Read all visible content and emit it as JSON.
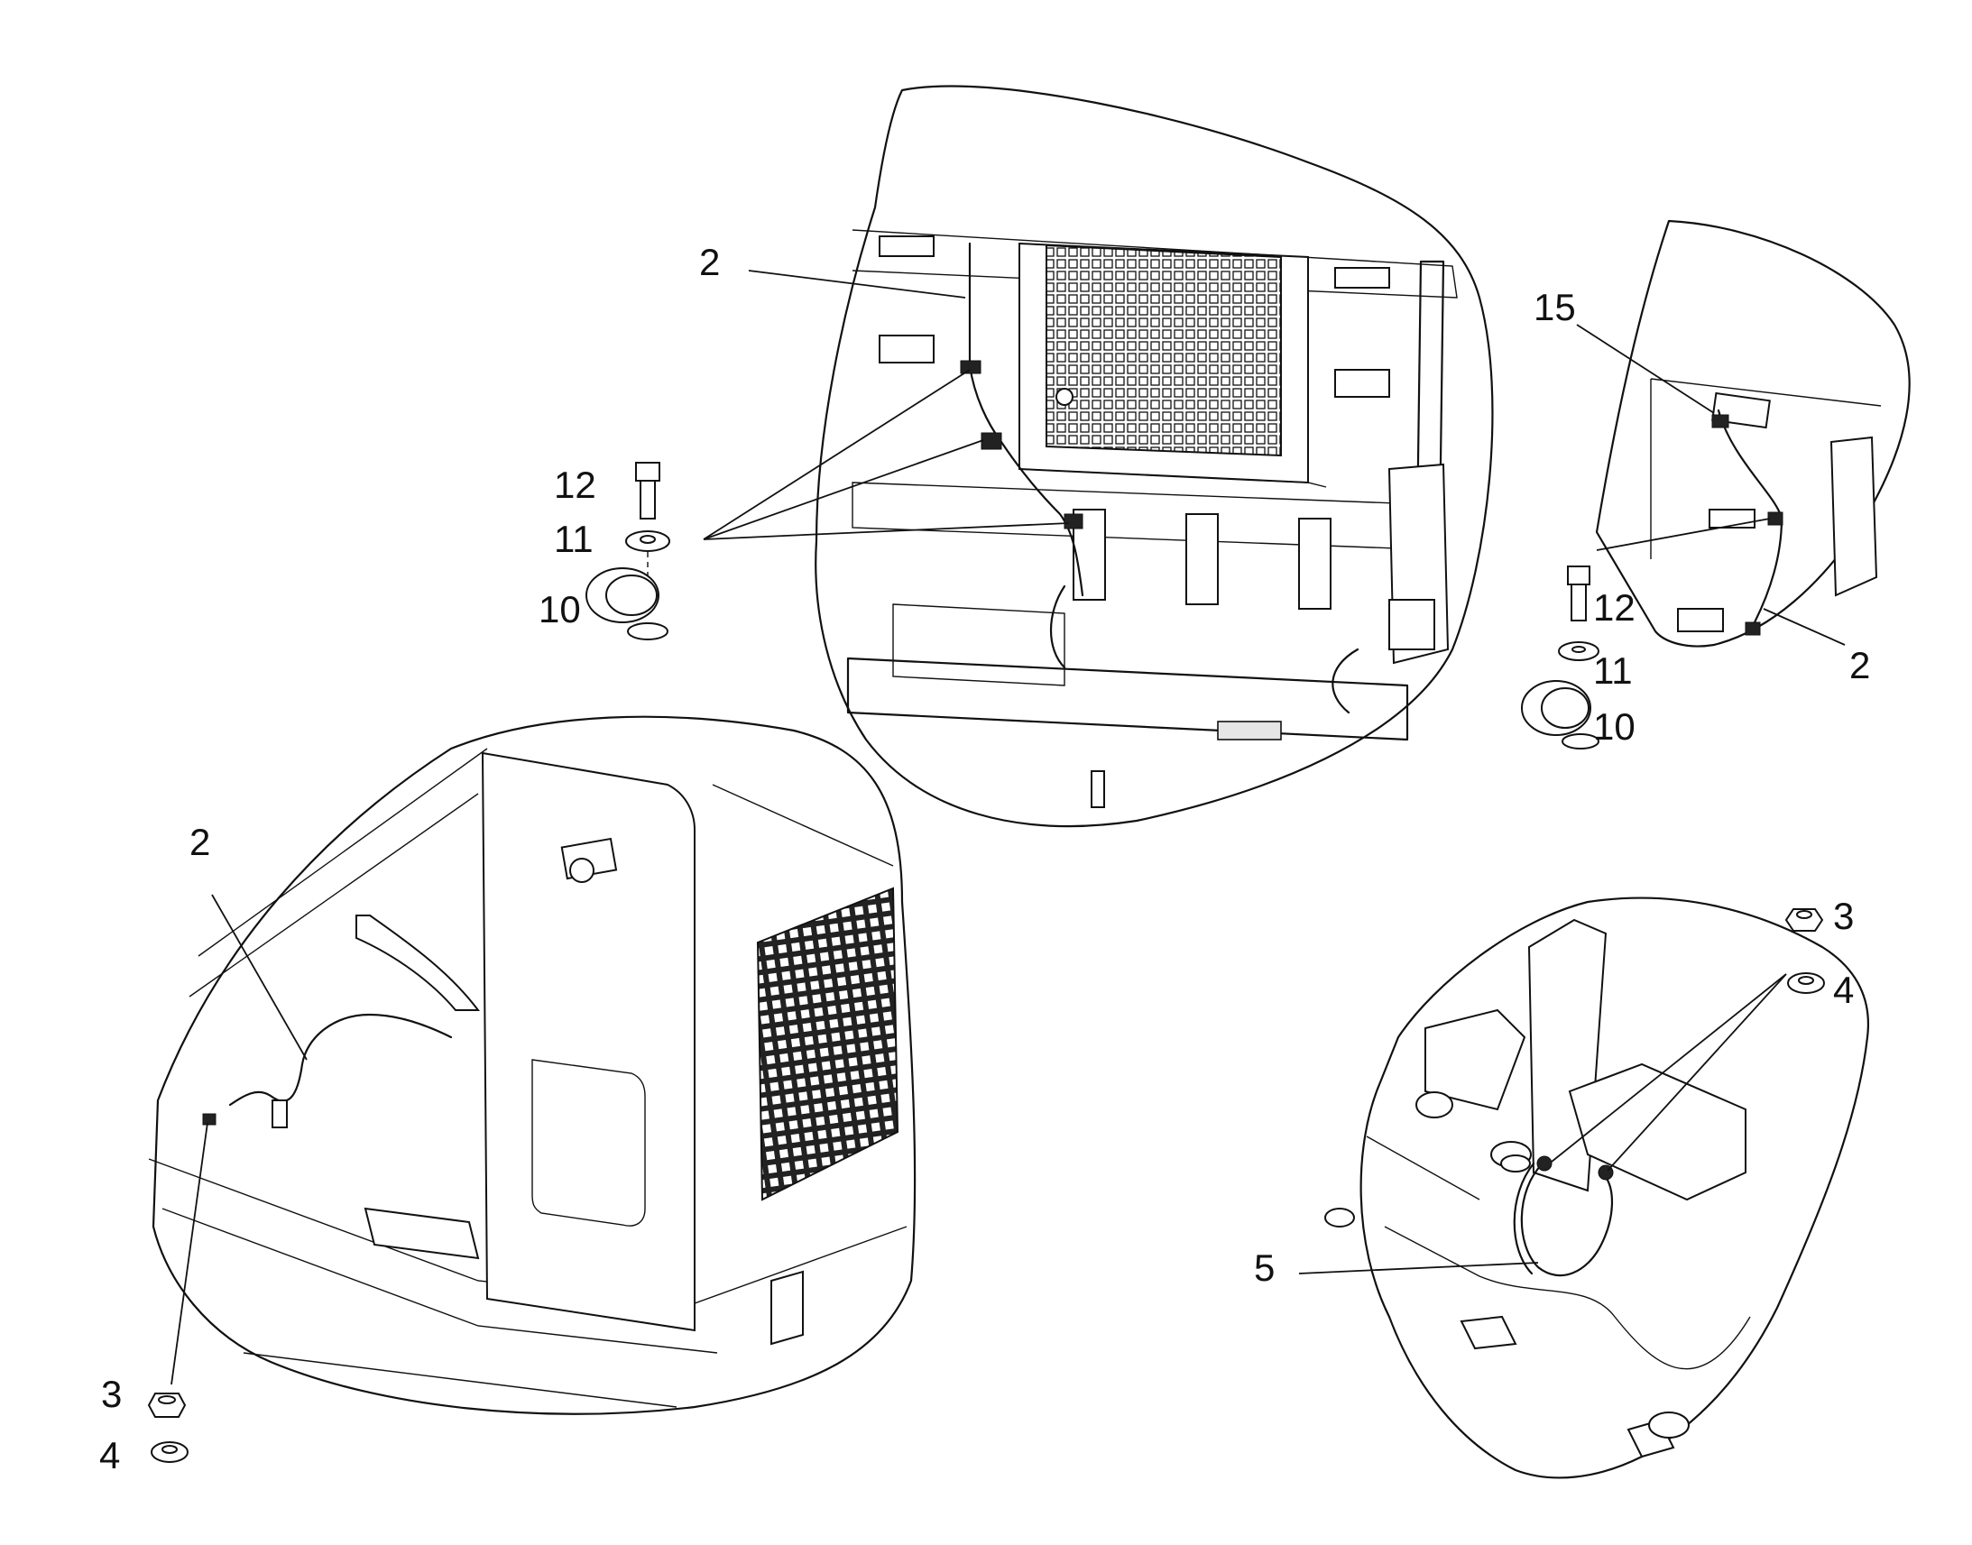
{
  "callouts": {
    "top_center_2": "2",
    "left_12": "12",
    "left_11": "11",
    "left_10": "10",
    "right_15": "15",
    "right_12": "12",
    "right_11": "11",
    "right_10": "10",
    "right_2": "2",
    "bottom_left_2": "2",
    "bottom_left_3": "3",
    "bottom_left_4": "4",
    "bottom_right_3": "3",
    "bottom_right_4": "4",
    "bottom_right_5": "5"
  },
  "colors": {
    "line": "#111111",
    "background": "#ffffff"
  }
}
